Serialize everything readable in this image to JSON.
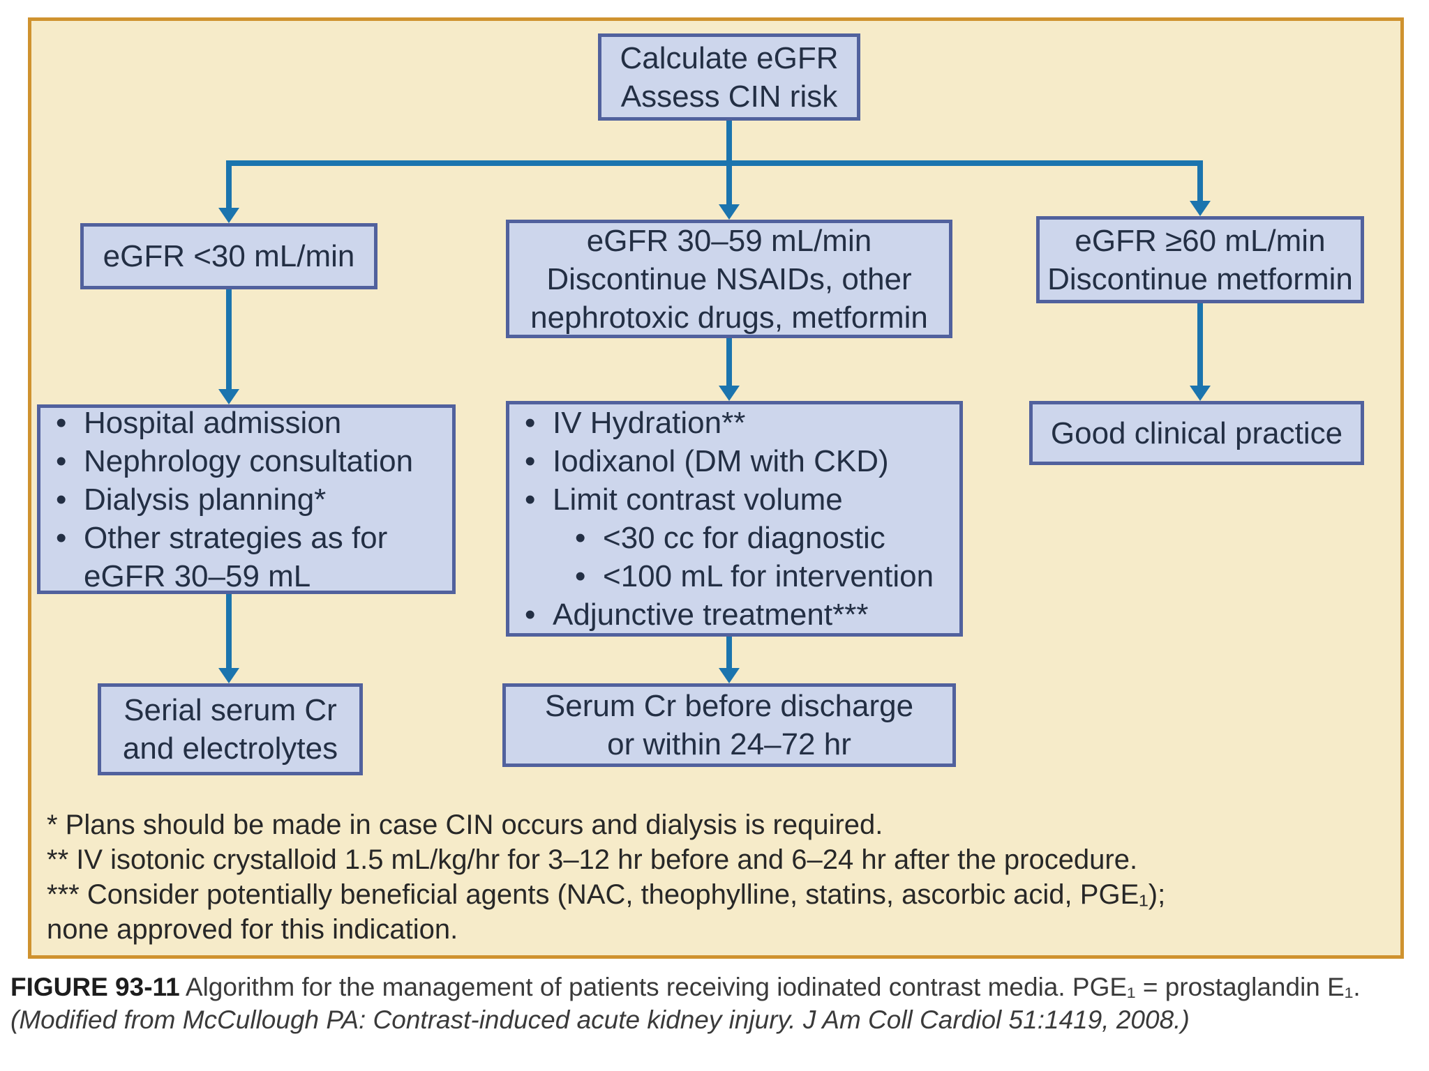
{
  "panel": {
    "top_box": {
      "lines": [
        "Calculate eGFR",
        "Assess CIN risk"
      ]
    },
    "branch_left": {
      "lines": [
        "eGFR <30 mL/min"
      ]
    },
    "branch_middle": {
      "lines": [
        "eGFR 30–59 mL/min",
        "Discontinue NSAIDs, other",
        "nephrotoxic drugs, metformin"
      ]
    },
    "branch_right": {
      "lines": [
        "eGFR ≥60 mL/min",
        "Discontinue metformin"
      ]
    },
    "left_list": {
      "items": [
        "Hospital admission",
        "Nephrology consultation",
        "Dialysis planning*",
        "Other strategies as for eGFR 30–59 mL"
      ]
    },
    "middle_list": {
      "items": [
        "IV Hydration**",
        "Iodixanol (DM with CKD)",
        "Limit contrast volume",
        "<30 cc for diagnostic",
        "<100 mL for intervention",
        "Adjunctive treatment***"
      ]
    },
    "good_practice_box": {
      "text": "Good clinical practice"
    },
    "serial_box": {
      "lines": [
        "Serial serum Cr",
        "and electrolytes"
      ]
    },
    "discharge_box": {
      "lines": [
        "Serum Cr before discharge",
        "or within 24–72 hr"
      ]
    },
    "footnotes": [
      "* Plans should be made in case CIN occurs and dialysis is required.",
      "** IV isotonic crystalloid 1.5 mL/kg/hr for 3–12 hr before and 6–24 hr after the procedure.",
      "*** Consider potentially beneficial agents (NAC, theophylline, statins, ascorbic acid, PGE₁);",
      "none approved for this indication."
    ]
  },
  "caption": {
    "label": "FIGURE 93-11",
    "text": " Algorithm for the management of patients receiving iodinated contrast media. PGE₁ = prostaglandin E₁. ",
    "citation": "(Modified from McCullough PA: Contrast-induced acute kidney injury. J Am Coll Cardiol 51:1419, 2008.)"
  },
  "icons": {
    "bullet": "•"
  },
  "colors": {
    "panel_background": "#f6ebc9",
    "panel_border": "#cf922f",
    "node_fill": "#cdd6ec",
    "node_border": "#51619d",
    "arrow": "#1b74ae",
    "node_text": "#232f44"
  }
}
